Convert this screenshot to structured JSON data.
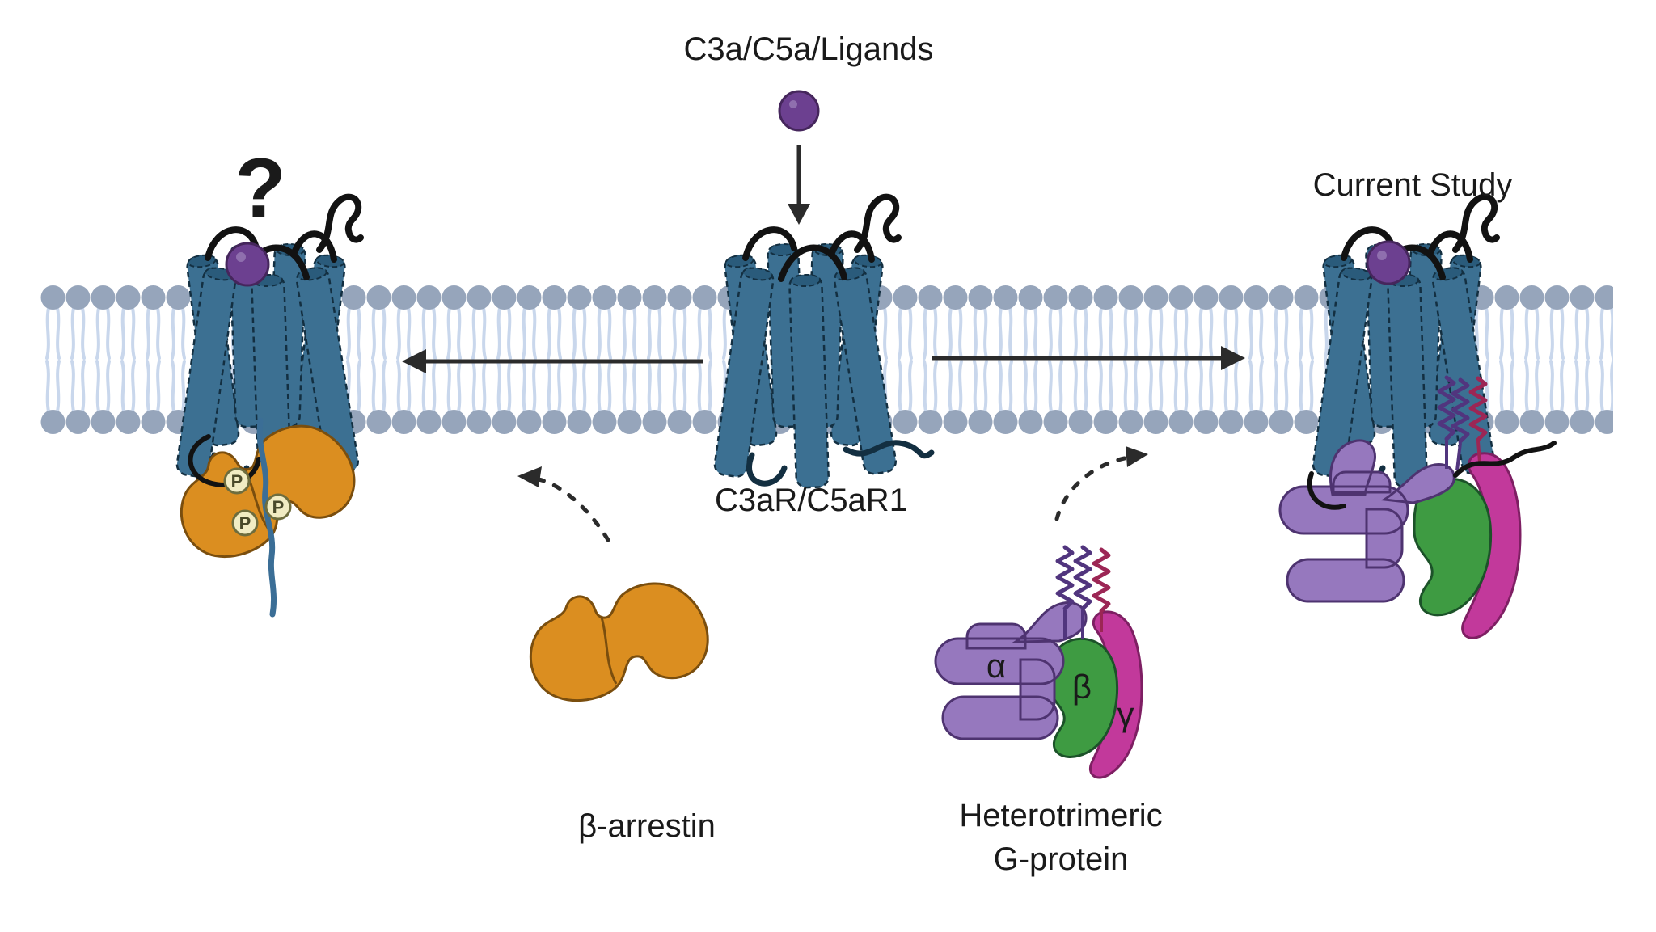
{
  "labels": {
    "ligands": "C3a/C5a/Ligands",
    "question_mark": "?",
    "current_study": "Current Study",
    "receptor": "C3aR/C5aR1",
    "beta_arrestin": "β-arrestin",
    "g_protein_line1": "Heterotrimeric",
    "g_protein_line2": "G-protein",
    "alpha": "α",
    "beta": "β",
    "gamma": "γ",
    "phosphate": "P"
  },
  "colors": {
    "membrane_head": "#96a5bb",
    "membrane_tail": "#c9d7ec",
    "receptor_fill": "#3c7092",
    "receptor_cap": "#2a5b7b",
    "receptor_outline": "#132f41",
    "ligand_fill": "#6c4090",
    "ligand_outline": "#45265c",
    "ligand_highlight": "#8f6fae",
    "arrestin_fill": "#db8e20",
    "arrestin_outline": "#7a4e0e",
    "phospho_fill": "#f1ecc3",
    "phospho_outline": "#6e6d3e",
    "galpha": "#9678be",
    "galpha_outline": "#4e3370",
    "gbeta": "#3e9b42",
    "gbeta_outline": "#1c5229",
    "ggamma": "#c2399b",
    "ggamma_outline": "#7e1f63",
    "zig_purple": "#51357e",
    "zig_magenta": "#9c2655",
    "arrow": "#2b2b2b",
    "ctail_blue": "#3b6e96",
    "text": "#1a1a1a"
  }
}
